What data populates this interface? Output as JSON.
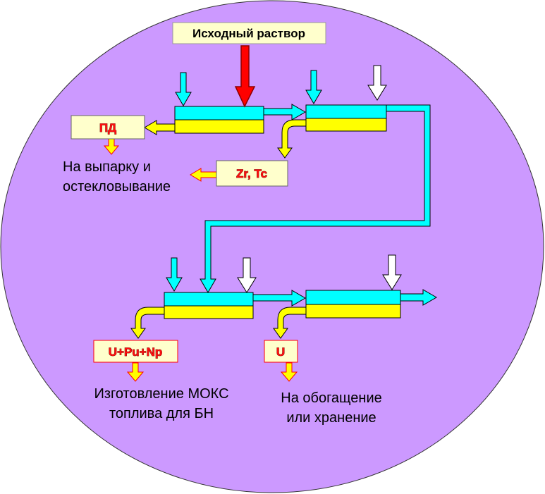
{
  "source_label": "Исходный раствор",
  "products": {
    "pd": "ПД",
    "zr_tc": "Zr, Tc",
    "u_pu_np": "U+Pu+Np",
    "u": "U"
  },
  "destinations": {
    "vitrification_line1": "На выпарку и",
    "vitrification_line2": "остекловывание",
    "moks_line1": "Изготовление МОКС",
    "moks_line2": "топлива для БН",
    "enrichment_line1": "На обогащение",
    "enrichment_line2": "или хранение"
  },
  "colors": {
    "background_circle": "#cc99ff",
    "organic_phase": "#00ffff",
    "aqueous_phase": "#ffff00",
    "label_box": "#ffffcc",
    "feed_arrow": "#ff0000",
    "product_arrow": "#ffff00",
    "reagent_arrow": "#00ffff",
    "white_reagent_arrow": "#ffffff"
  }
}
